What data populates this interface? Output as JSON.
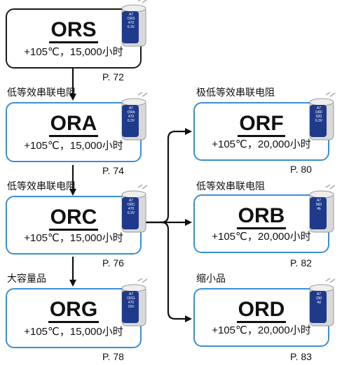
{
  "nodes": {
    "ors": {
      "name": "ORS",
      "desc": "",
      "spec": "+105℃，15,000小时",
      "page": "P. 72",
      "cap_label": [
        "A7",
        "ORS",
        "470",
        "6.3V"
      ]
    },
    "ora": {
      "name": "ORA",
      "desc": "低等效串联电阻",
      "spec": "+105℃，15,000小时",
      "page": "P. 74",
      "cap_label": [
        "A7",
        "ORA",
        "470",
        "6.3V"
      ]
    },
    "orc": {
      "name": "ORC",
      "desc": "低等效串联电阻",
      "spec": "+105℃，15,000小时",
      "page": "P. 76",
      "cap_label": [
        "A7",
        "ORC",
        "470",
        "6.3V"
      ]
    },
    "org": {
      "name": "ORG",
      "desc": "大容量品",
      "spec": "+105℃，15,000小时",
      "page": "P. 78",
      "cap_label": [
        "A7",
        "ORG",
        "470",
        "16V"
      ]
    },
    "orf": {
      "name": "ORF",
      "desc": "极低等效串联电阻",
      "spec": "+105℃，20,000小时",
      "page": "P. 80",
      "cap_label": [
        "A7",
        "ORF",
        "820",
        "6.3V"
      ]
    },
    "orb": {
      "name": "ORB",
      "desc": "低等效串联电阻",
      "spec": "+105℃，20,000小时",
      "page": "P. 82",
      "cap_label": [
        "A7",
        "560",
        "4b"
      ]
    },
    "ord": {
      "name": "ORD",
      "desc": "缩小品",
      "spec": "+105℃，20,000小时",
      "page": "P. 83",
      "cap_label": [
        "A7",
        "330",
        "4d"
      ]
    }
  },
  "colors": {
    "border_blue": "#3a8fd6",
    "border_root": "#1a1a1a",
    "cap_body": "#d9d9d9",
    "cap_sleeve": "#1f3a8a"
  }
}
